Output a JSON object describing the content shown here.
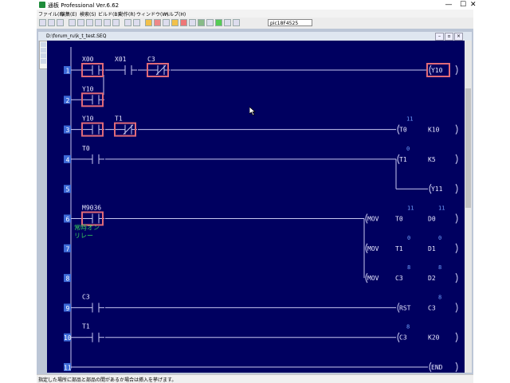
{
  "window": {
    "title": "通板 Professional Ver.6.62",
    "minimize": "—",
    "maximize": "☐",
    "close": "✕"
  },
  "menu": [
    "ファイル(F)",
    "編集(E)",
    "検索(S)",
    "ビルド(B)",
    "動作(R)",
    "ウィンドウ(W)",
    "ヘルプ(H)"
  ],
  "toolbar": {
    "device": "pic18F4525"
  },
  "document": {
    "title": "D:\\forum_ru\\k_t_test.SEQ"
  },
  "status": {
    "text": "指定した場所に部品と部品の間があるか場合は挿入を挙げます。"
  },
  "colors": {
    "background": "#000060",
    "line": "#c8c8f0",
    "text": "#e8e8ff",
    "value": "#6fa0ff",
    "highlight": "#e06a78",
    "rung_number_bg": "#3c6ad8",
    "comment": "#37d05a"
  },
  "rung_numbers": [
    "1",
    "2",
    "3",
    "4",
    "5",
    "6",
    "7",
    "8",
    "9",
    "10",
    "11"
  ],
  "contacts": [
    {
      "label": "X00",
      "kind": "no",
      "rung": 1,
      "col": 0,
      "selected": true
    },
    {
      "label": "X01",
      "kind": "no",
      "rung": 1,
      "col": 1,
      "selected": false
    },
    {
      "label": "C3",
      "kind": "nc",
      "rung": 1,
      "col": 2,
      "selected": true
    },
    {
      "label": "Y10",
      "kind": "no",
      "rung": 2,
      "col": 0,
      "selected": true
    },
    {
      "label": "Y10",
      "kind": "no",
      "rung": 3,
      "col": 0,
      "selected": true
    },
    {
      "label": "T1",
      "kind": "nc",
      "rung": 3,
      "col": 1,
      "selected": true
    },
    {
      "label": "T0",
      "kind": "no",
      "rung": 4,
      "col": 0,
      "selected": false
    },
    {
      "label": "M9036",
      "kind": "no",
      "rung": 6,
      "col": 0,
      "selected": true
    },
    {
      "label": "C3",
      "kind": "no",
      "rung": 9,
      "col": 0,
      "selected": false
    },
    {
      "label": "T1",
      "kind": "no",
      "rung": 10,
      "col": 0,
      "selected": false
    }
  ],
  "comment": [
    "常時オン",
    "リレー"
  ],
  "outputs": [
    {
      "text": "Y10",
      "rung": 1,
      "selected": true
    },
    {
      "text": "T0",
      "arg": "K10",
      "value": "11",
      "rung": 3
    },
    {
      "text": "T1",
      "arg": "K5",
      "value": "0",
      "rung": 4
    },
    {
      "text": "Y11",
      "rung": 5
    },
    {
      "text": "MOV",
      "arg": "T0",
      "arg2": "D0",
      "value": "11",
      "value2": "11",
      "rung": 6
    },
    {
      "text": "MOV",
      "arg": "T1",
      "arg2": "D1",
      "value": "0",
      "value2": "0",
      "rung": 7
    },
    {
      "text": "MOV",
      "arg": "C3",
      "arg2": "D2",
      "value": "8",
      "value2": "8",
      "rung": 8
    },
    {
      "text": "RST",
      "arg": "C3",
      "value2": "8",
      "rung": 9
    },
    {
      "text": "C3",
      "arg": "K20",
      "value": "8",
      "rung": 10
    },
    {
      "text": "END",
      "rung": 11
    }
  ]
}
